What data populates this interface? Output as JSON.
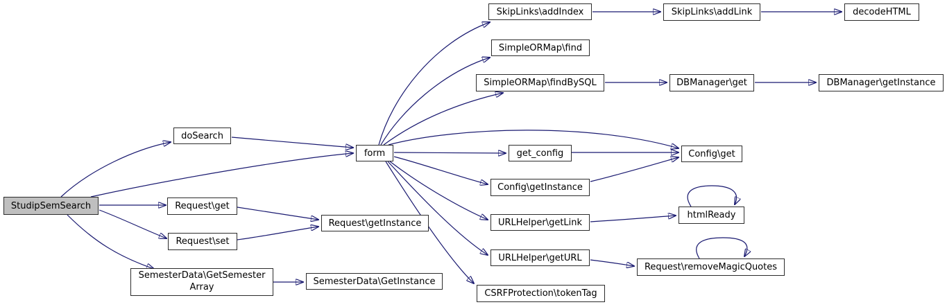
{
  "diagram": {
    "type": "call-graph",
    "background_color": "#ffffff",
    "edge_color": "#191970",
    "node_fill": "#ffffff",
    "node_border_color": "#2b2b2b",
    "root_node_fill": "#bfbfbf",
    "nodes": {
      "studipSemSearch": {
        "label": "StudipSemSearch"
      },
      "doSearch": {
        "label": "doSearch"
      },
      "requestGet": {
        "label": "Request\\get"
      },
      "requestSet": {
        "label": "Request\\set"
      },
      "semesterArray": {
        "line1": "SemesterData\\GetSemester",
        "line2": "Array"
      },
      "form": {
        "label": "form"
      },
      "getConfig": {
        "label": "get_config"
      },
      "configGetInstance": {
        "label": "Config\\getInstance"
      },
      "requestGetInstance": {
        "label": "Request\\getInstance"
      },
      "urlHelperGetLink": {
        "label": "URLHelper\\getLink"
      },
      "urlHelperGetURL": {
        "label": "URLHelper\\getURL"
      },
      "semesterGetInstance": {
        "label": "SemesterData\\GetInstance"
      },
      "csrfTokenTag": {
        "label": "CSRFProtection\\tokenTag"
      },
      "skipLinksAddIndex": {
        "label": "SkipLinks\\addIndex"
      },
      "simpleORMapFind": {
        "label": "SimpleORMap\\find"
      },
      "simpleORMapFindBySQL": {
        "label": "SimpleORMap\\findBySQL"
      },
      "skipLinksAddLink": {
        "label": "SkipLinks\\addLink"
      },
      "decodeHTML": {
        "label": "decodeHTML"
      },
      "dbManagerGet": {
        "label": "DBManager\\get"
      },
      "dbManagerGetInstance": {
        "label": "DBManager\\getInstance"
      },
      "configGet": {
        "label": "Config\\get"
      },
      "htmlReady": {
        "label": "htmlReady"
      },
      "removeMagicQuotes": {
        "label": "Request\\removeMagicQuotes"
      }
    },
    "edges": [
      {
        "from": "StudipSemSearch",
        "to": "doSearch"
      },
      {
        "from": "StudipSemSearch",
        "to": "form"
      },
      {
        "from": "StudipSemSearch",
        "to": "Request\\get"
      },
      {
        "from": "StudipSemSearch",
        "to": "Request\\set"
      },
      {
        "from": "StudipSemSearch",
        "to": "SemesterData\\GetSemesterArray"
      },
      {
        "from": "doSearch",
        "to": "form"
      },
      {
        "from": "form",
        "to": "SkipLinks\\addIndex"
      },
      {
        "from": "form",
        "to": "SimpleORMap\\find"
      },
      {
        "from": "form",
        "to": "SimpleORMap\\findBySQL"
      },
      {
        "from": "form",
        "to": "Config\\get"
      },
      {
        "from": "form",
        "to": "get_config"
      },
      {
        "from": "form",
        "to": "Config\\getInstance"
      },
      {
        "from": "form",
        "to": "URLHelper\\getLink"
      },
      {
        "from": "form",
        "to": "URLHelper\\getURL"
      },
      {
        "from": "form",
        "to": "CSRFProtection\\tokenTag"
      },
      {
        "from": "get_config",
        "to": "Config\\get"
      },
      {
        "from": "Config\\getInstance",
        "to": "Config\\get"
      },
      {
        "from": "Request\\get",
        "to": "Request\\getInstance"
      },
      {
        "from": "Request\\set",
        "to": "Request\\getInstance"
      },
      {
        "from": "SemesterData\\GetSemesterArray",
        "to": "SemesterData\\GetInstance"
      },
      {
        "from": "SkipLinks\\addIndex",
        "to": "SkipLinks\\addLink"
      },
      {
        "from": "SkipLinks\\addLink",
        "to": "decodeHTML"
      },
      {
        "from": "SimpleORMap\\findBySQL",
        "to": "DBManager\\get"
      },
      {
        "from": "DBManager\\get",
        "to": "DBManager\\getInstance"
      },
      {
        "from": "URLHelper\\getLink",
        "to": "htmlReady"
      },
      {
        "from": "URLHelper\\getURL",
        "to": "Request\\removeMagicQuotes"
      },
      {
        "from": "htmlReady",
        "to": "htmlReady"
      },
      {
        "from": "Request\\removeMagicQuotes",
        "to": "Request\\removeMagicQuotes"
      }
    ]
  }
}
